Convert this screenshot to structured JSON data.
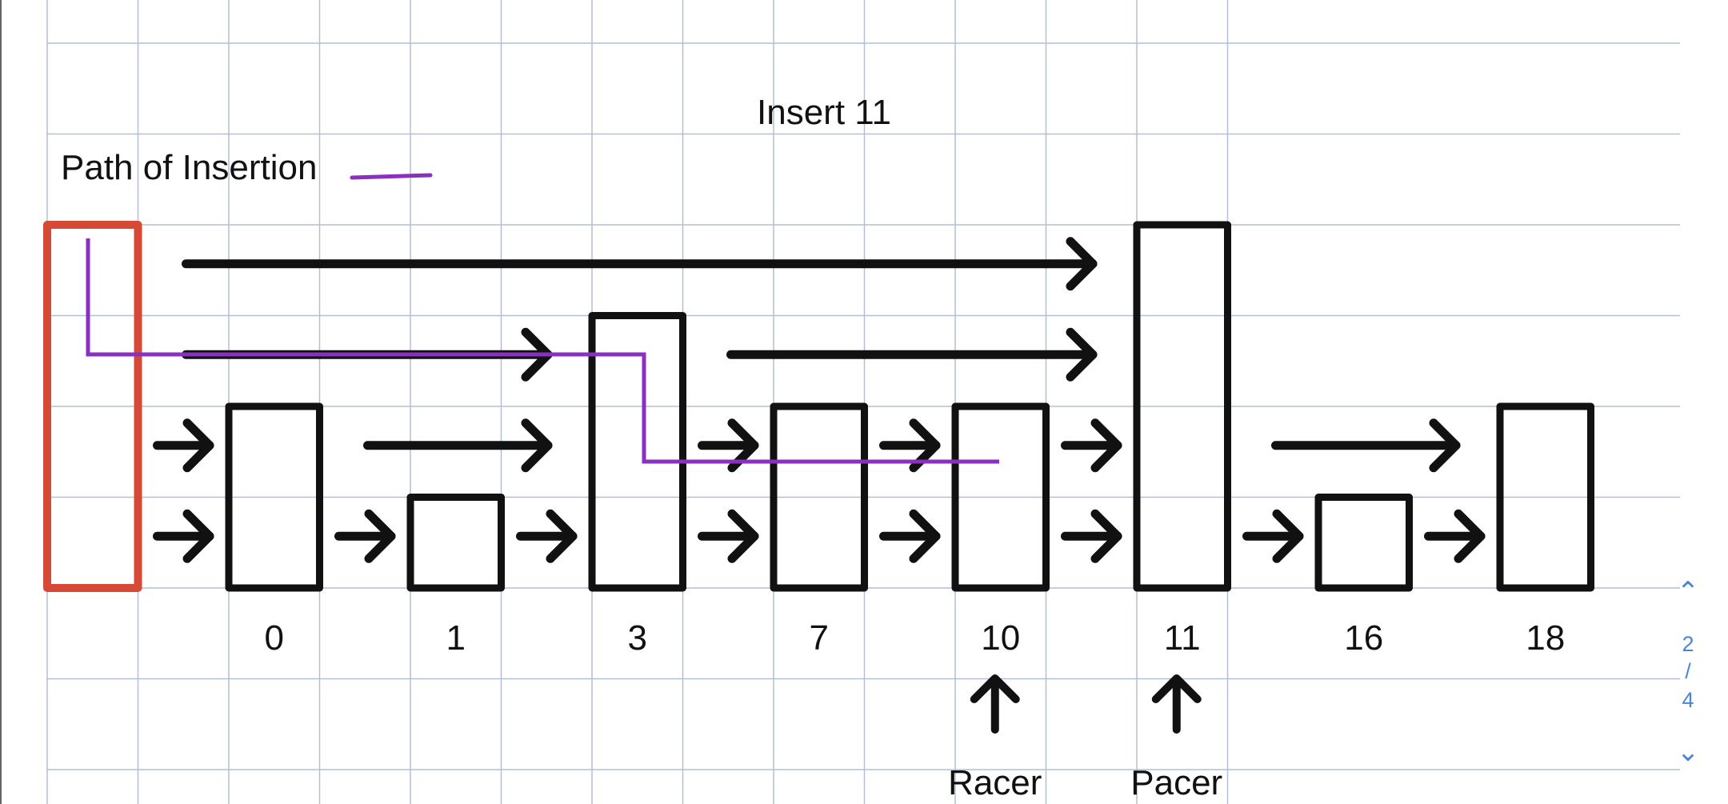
{
  "title": "Insert 11",
  "legend": {
    "label": "Path of Insertion"
  },
  "nodes": [
    {
      "key": "",
      "levels": 4,
      "header": true
    },
    {
      "key": "0",
      "levels": 2
    },
    {
      "key": "1",
      "levels": 1
    },
    {
      "key": "3",
      "levels": 3
    },
    {
      "key": "7",
      "levels": 2
    },
    {
      "key": "10",
      "levels": 2
    },
    {
      "key": "11",
      "levels": 4
    },
    {
      "key": "16",
      "levels": 1
    },
    {
      "key": "18",
      "levels": 2
    }
  ],
  "pointers": [
    {
      "name": "Racer",
      "at": "10"
    },
    {
      "name": "Pacer",
      "at": "11"
    }
  ],
  "pager": {
    "current": "2",
    "separator": "/",
    "total": "4"
  },
  "colors": {
    "grid": "#b3bfd6",
    "node": "#111111",
    "header": "#d64a35",
    "path": "#8a2fbf",
    "pager": "#4a86d8"
  }
}
